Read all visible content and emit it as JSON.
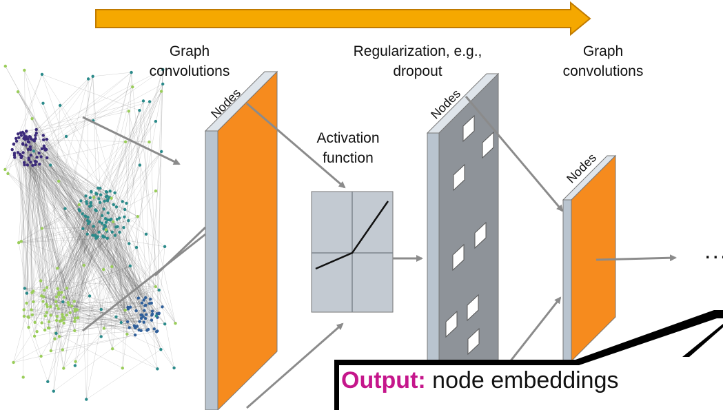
{
  "labels": {
    "graph_conv_1": "Graph convolutions",
    "regularization": "Regularization, e.g., dropout",
    "graph_conv_2": "Graph convolutions",
    "activation": "Activation function"
  },
  "nodes_label_1": "Nodes",
  "nodes_label_2": "Nodes",
  "nodes_label_3": "Nodes",
  "ellipsis": "...",
  "callout": {
    "keyword": "Output:",
    "text": " node embeddings"
  },
  "colors": {
    "arrow_fill": "#f5a800",
    "arrow_stroke": "#c07a00",
    "orange_layer": "#f68b1e",
    "slab_side": "#b9c4cf",
    "dropout_face": "#8e9399",
    "activation_box": "#c3cad2",
    "connector": "#8b8b8b",
    "highlight": "#c5168b",
    "graph_purple": "#3b2a7a",
    "graph_teal": "#2a8a8a",
    "graph_green": "#9acd5a",
    "graph_blue": "#2f5f9a"
  }
}
